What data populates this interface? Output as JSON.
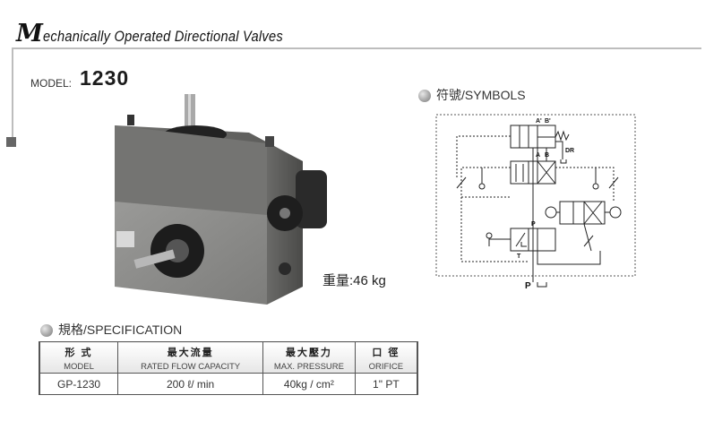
{
  "header": {
    "title_initial": "M",
    "title_rest": "echanically Operated Directional Valves"
  },
  "model": {
    "label": "MODEL:",
    "number": "1230"
  },
  "product": {
    "weight_label": "重量:",
    "weight_value": "46 kg"
  },
  "symbols": {
    "heading": "符號/SYMBOLS",
    "port_labels": {
      "a_prime": "A'",
      "b_prime": "B'",
      "a": "A",
      "b": "B",
      "dr": "DR",
      "p_inner": "P",
      "t": "T",
      "p_outer": "P"
    }
  },
  "specification": {
    "heading": "規格/SPECIFICATION",
    "columns": [
      {
        "zh": "形 式",
        "en": "MODEL"
      },
      {
        "zh": "最大流量",
        "en": "RATED FLOW CAPACITY"
      },
      {
        "zh": "最大壓力",
        "en": "MAX. PRESSURE"
      },
      {
        "zh": "口 徑",
        "en": "ORIFICE"
      }
    ],
    "rows": [
      [
        "GP-1230",
        "200 ℓ/ min",
        "40kg / cm²",
        "1\" PT"
      ]
    ]
  },
  "colors": {
    "frame": "#bdbdbd",
    "frame_square": "#666666",
    "table_border": "#555555"
  }
}
